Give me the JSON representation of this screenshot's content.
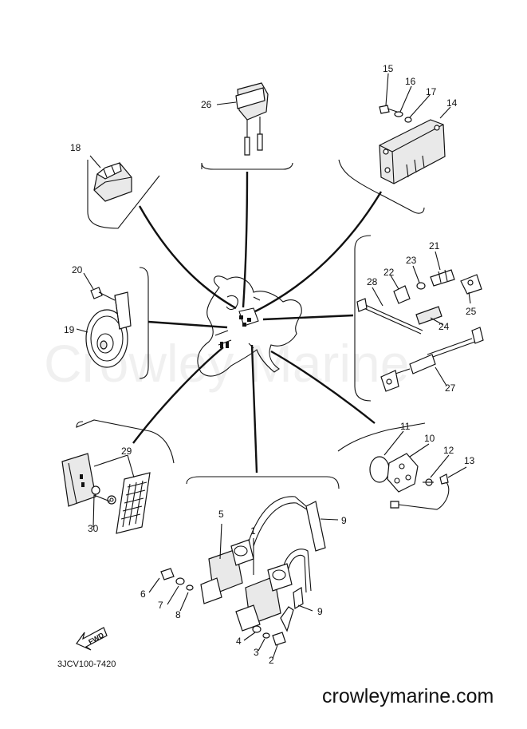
{
  "diagram": {
    "drawing_code": "3JCV100-7420",
    "watermark": "Crowley Marine",
    "footer_url": "crowleymarine.com",
    "fwd_label": "FWD",
    "callouts": {
      "c1": "1",
      "c2": "2",
      "c3": "3",
      "c4": "4",
      "c5": "5",
      "c6": "6",
      "c7": "7",
      "c8": "8",
      "c9a": "9",
      "c9b": "9",
      "c10": "10",
      "c11": "11",
      "c12": "12",
      "c13": "13",
      "c14": "14",
      "c15": "15",
      "c16": "16",
      "c17": "17",
      "c18": "18",
      "c19": "19",
      "c20": "20",
      "c21": "21",
      "c22": "22",
      "c23": "23",
      "c24": "24",
      "c25": "25",
      "c26": "26",
      "c27": "27",
      "c28": "28",
      "c29": "29",
      "c30": "30"
    }
  }
}
